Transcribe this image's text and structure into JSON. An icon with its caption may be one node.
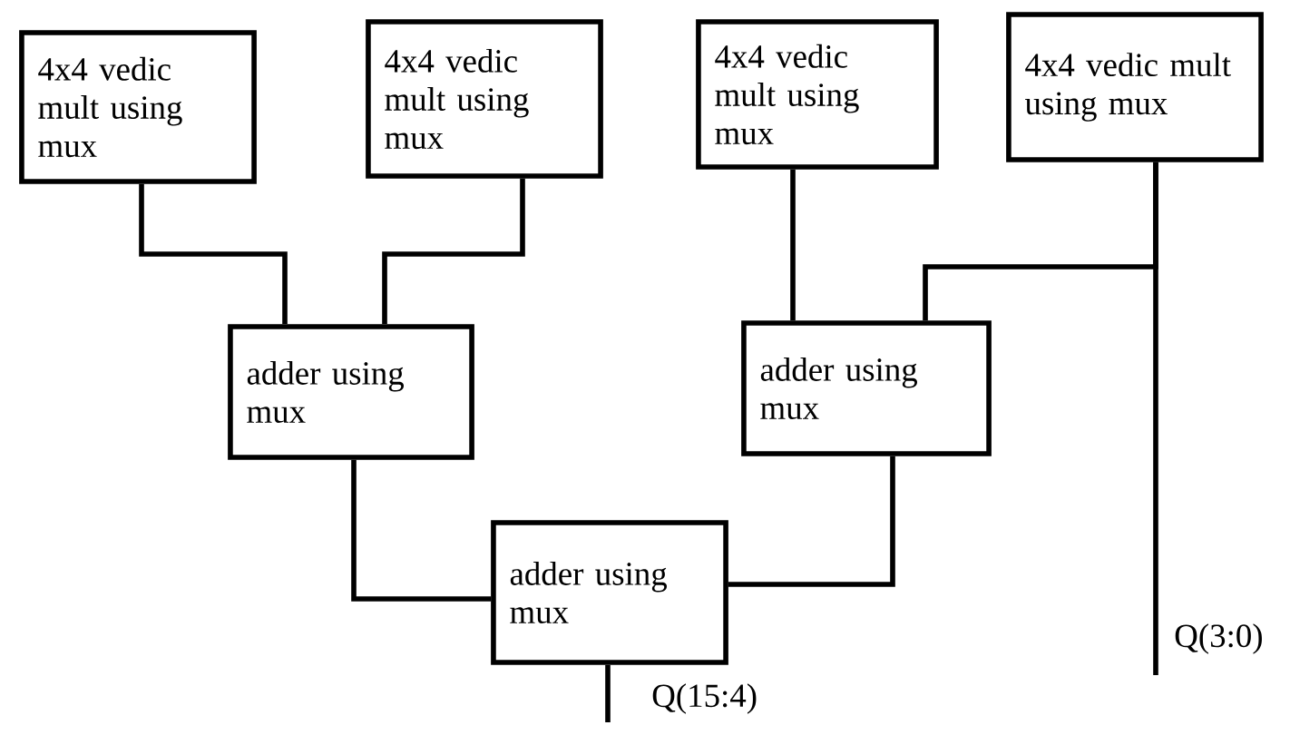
{
  "diagram": {
    "nodes": [
      {
        "text": [
          "4x4 vedic mult using mux"
        ]
      },
      {
        "text": [
          "4x4 vedic mult using mux"
        ]
      },
      {
        "text": [
          "4x4 vedic mult using mux"
        ]
      },
      {
        "text": [
          "4x4 vedic mult using mux"
        ]
      },
      {
        "text": [
          "adder using mux"
        ]
      },
      {
        "text": [
          "adder using mux"
        ]
      },
      {
        "text": [
          "adder using mux"
        ]
      }
    ],
    "edges": [
      {
        "from": 0,
        "to": 4,
        "arrow": "none"
      },
      {
        "from": 1,
        "to": 4,
        "arrow": "none"
      },
      {
        "from": 2,
        "to": 5,
        "arrow": "none"
      },
      {
        "from": 3,
        "to": 5,
        "arrow": "none"
      },
      {
        "from": 3,
        "to": null,
        "arrow": "none",
        "label": "Q(3:0)"
      },
      {
        "from": 4,
        "to": 6,
        "arrow": "none"
      },
      {
        "from": 5,
        "to": 6,
        "arrow": "none"
      },
      {
        "from": 6,
        "to": null,
        "arrow": "none",
        "label": "Q(15:4)"
      }
    ]
  }
}
